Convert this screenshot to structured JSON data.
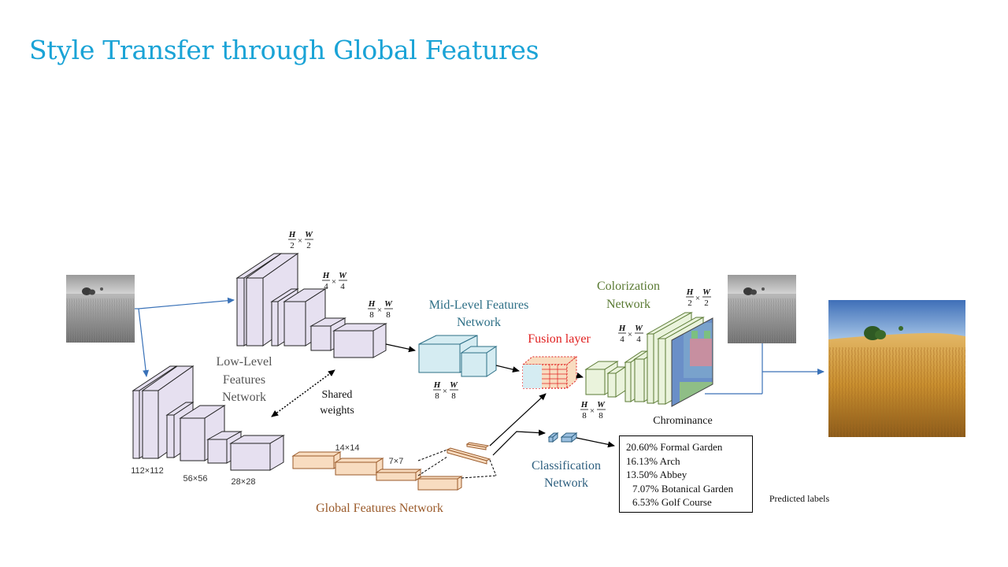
{
  "slide": {
    "title": "Style Transfer through Global Features"
  },
  "diagram": {
    "low_level_label": [
      "Low-Level",
      "Features",
      "Network"
    ],
    "mid_level_label": [
      "Mid-Level Features",
      "Network"
    ],
    "fusion_label": "Fusion layer",
    "colorization_label": [
      "Colorization",
      "Network"
    ],
    "global_label": "Global Features Network",
    "classification_label": [
      "Classification",
      "Network"
    ],
    "shared_label": [
      "Shared",
      "weights"
    ],
    "chrominance_label": "Chrominance",
    "predicted_labels_caption": "Predicted labels",
    "sizes": {
      "s112": "112×112",
      "s56": "56×56",
      "s28": "28×28",
      "s14": "14×14",
      "s7": "7×7"
    },
    "fractions": {
      "half": {
        "num_h": "H",
        "den_h": "2",
        "num_w": "W",
        "den_w": "2"
      },
      "quarter": {
        "num_h": "H",
        "den_h": "4",
        "num_w": "W",
        "den_w": "4"
      },
      "eighth": {
        "num_h": "H",
        "den_h": "8",
        "num_w": "W",
        "den_w": "8"
      },
      "times": "×"
    }
  },
  "predictions": [
    {
      "text": "20.60% Formal Garden"
    },
    {
      "text": "16.13% Arch"
    },
    {
      "text": "13.50% Abbey"
    },
    {
      "text": "7.07% Botanical Garden"
    },
    {
      "text": "6.53% Golf Course"
    }
  ],
  "colors": {
    "title": "#1aa3d6",
    "low_level_fill": "#e6e0f0",
    "mid_level_fill": "#d5ecf2",
    "global_fill": "#f8dcc0",
    "colorization_fill": "#eaf3dc",
    "fusion_red": "#e02020",
    "mid_level_text": "#2d6f86",
    "global_text": "#9a5a2a",
    "colorization_text": "#5a7a33",
    "classification_text": "#2d5f7f",
    "arrow_blue": "#3a72b8"
  }
}
